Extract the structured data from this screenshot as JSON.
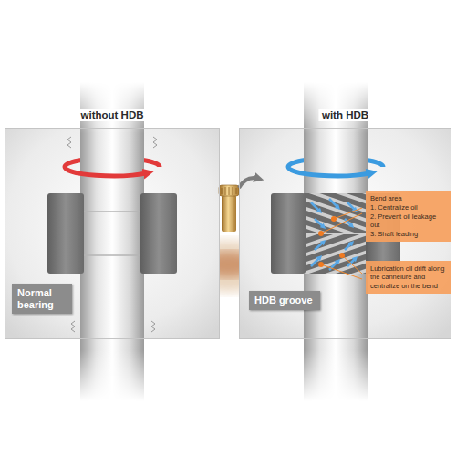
{
  "diagram": {
    "nodes": [
      {
        "text": [
          "without HDB"
        ]
      },
      {
        "text": [
          "Normal bearing"
        ],
        "in": 0
      },
      {
        "text": [
          "with HDB"
        ]
      },
      {
        "text": [
          "HDB groove"
        ],
        "in": 2
      },
      {
        "text": [
          "Bend area",
          "1. Centralize oil",
          "2. Prevent oil leakage out",
          "3. Shaft leading"
        ],
        "in": 2
      },
      {
        "text": [
          "Lubrication oil drift along the cannelure and centralize on the bend"
        ],
        "in": 2
      }
    ]
  }
}
